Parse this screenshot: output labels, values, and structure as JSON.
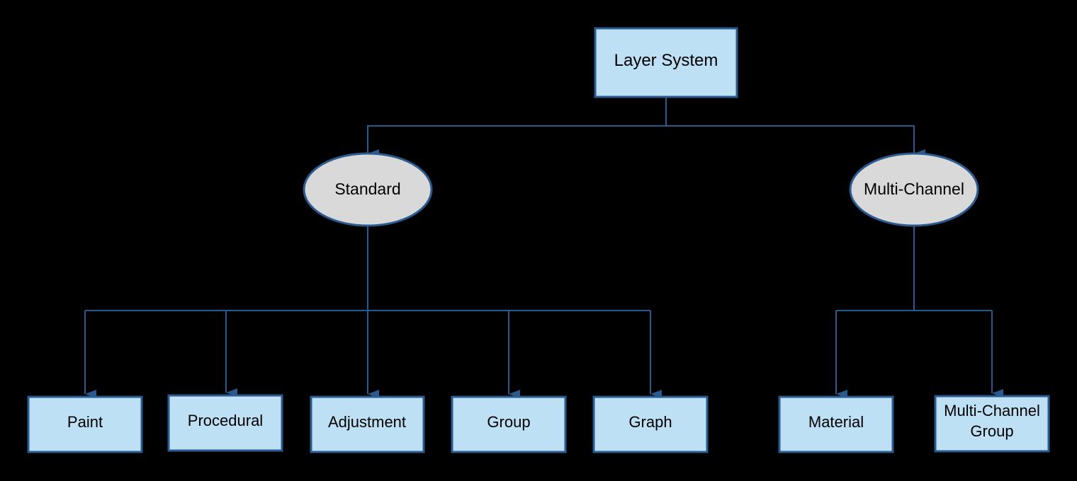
{
  "colors": {
    "background": "#000000",
    "box_fill": "#bde0f5",
    "box_stroke": "#2b5a8f",
    "ellipse_fill": "#d9d9d9",
    "connector": "#2b5a8f",
    "text": "#000000"
  },
  "nodes": {
    "root": {
      "label": "Layer System"
    },
    "standard": {
      "label": "Standard"
    },
    "multi_channel": {
      "label": "Multi-Channel"
    },
    "paint": {
      "label": "Paint"
    },
    "procedural": {
      "label": "Procedural"
    },
    "adjustment": {
      "label": "Adjustment"
    },
    "group": {
      "label": "Group"
    },
    "graph": {
      "label": "Graph"
    },
    "material": {
      "label": "Material"
    },
    "mc_group": {
      "label_line1": "Multi-Channel",
      "label_line2": "Group"
    }
  }
}
